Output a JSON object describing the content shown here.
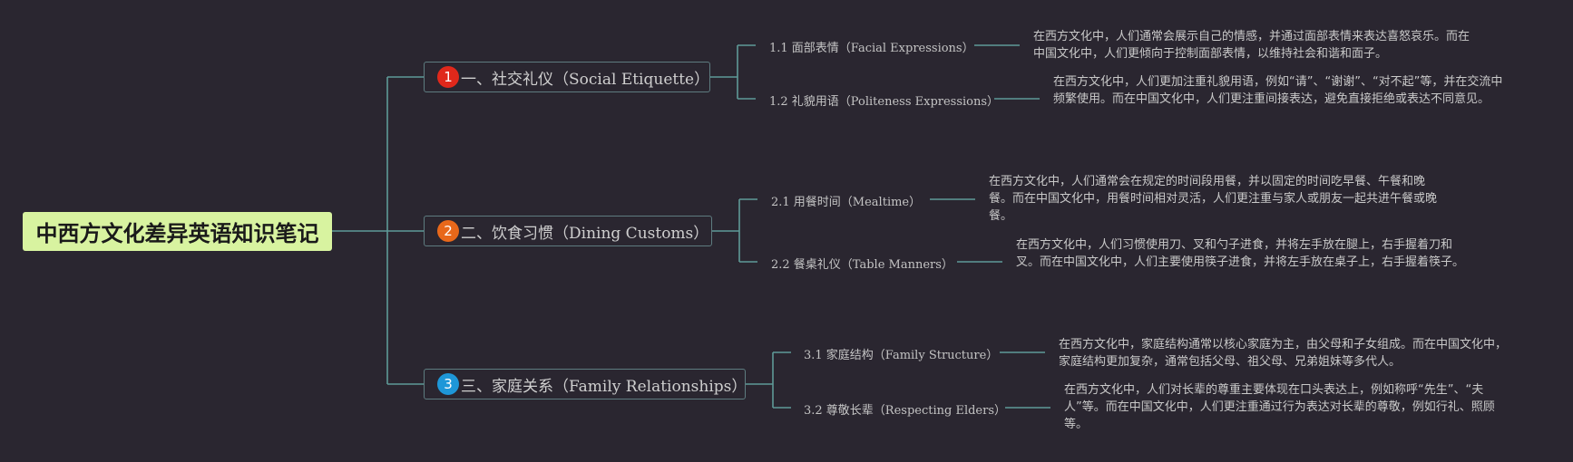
{
  "root": {
    "title": "中西方文化差异英语知识笔记"
  },
  "colors": {
    "line": "#5e9a97",
    "root_bg": "#d8f3a0",
    "num1": "#e0281b",
    "num2": "#e8681a",
    "num3": "#1e97d8"
  },
  "branches": [
    {
      "num": "1",
      "label": "一、社交礼仪（Social Etiquette）",
      "subs": [
        {
          "label": "1.1 面部表情（Facial Expressions）",
          "note": "在西方文化中，人们通常会展示自己的情感，并通过面部表情来表达喜怒哀乐。而在中国文化中，人们更倾向于控制面部表情，以维持社会和谐和面子。"
        },
        {
          "label": "1.2 礼貌用语（Politeness Expressions）",
          "note": "在西方文化中，人们更加注重礼貌用语，例如“请”、“谢谢”、“对不起”等，并在交流中频繁使用。而在中国文化中，人们更注重间接表达，避免直接拒绝或表达不同意见。"
        }
      ]
    },
    {
      "num": "2",
      "label": "二、饮食习惯（Dining Customs）",
      "subs": [
        {
          "label": "2.1 用餐时间（Mealtime）",
          "note": "在西方文化中，人们通常会在规定的时间段用餐，并以固定的时间吃早餐、午餐和晚餐。而在中国文化中，用餐时间相对灵活，人们更注重与家人或朋友一起共进午餐或晚餐。"
        },
        {
          "label": "2.2 餐桌礼仪（Table Manners）",
          "note": "在西方文化中，人们习惯使用刀、叉和勺子进食，并将左手放在腿上，右手握着刀和叉。而在中国文化中，人们主要使用筷子进食，并将左手放在桌子上，右手握着筷子。"
        }
      ]
    },
    {
      "num": "3",
      "label": "三、家庭关系（Family Relationships）",
      "subs": [
        {
          "label": "3.1 家庭结构（Family Structure）",
          "note": "在西方文化中，家庭结构通常以核心家庭为主，由父母和子女组成。而在中国文化中，家庭结构更加复杂，通常包括父母、祖父母、兄弟姐妹等多代人。"
        },
        {
          "label": "3.2 尊敬长辈（Respecting Elders）",
          "note": "在西方文化中，人们对长辈的尊重主要体现在口头表达上，例如称呼“先生”、“夫人”等。而在中国文化中，人们更注重通过行为表达对长辈的尊敬，例如行礼、照顾等。"
        }
      ]
    }
  ]
}
